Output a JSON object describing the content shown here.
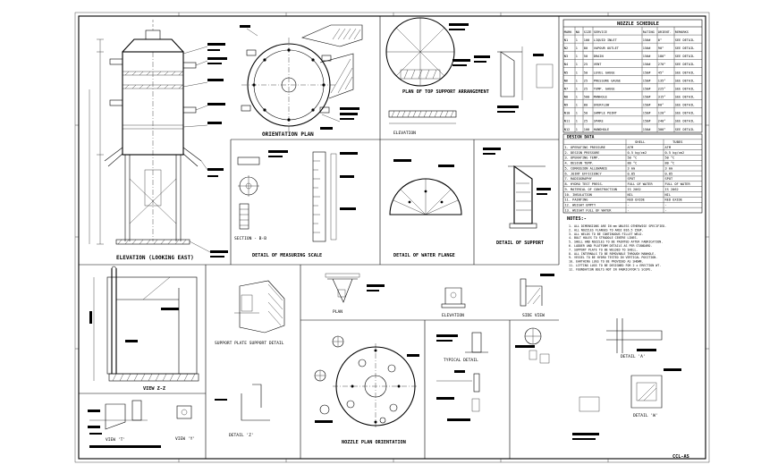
{
  "sheet": {
    "drawing_no": "CCL-AS"
  },
  "views": {
    "elevation": "ELEVATION (LOOKING EAST)",
    "orientation_plan": "ORIENTATION PLAN",
    "plan_top_support": "PLAN OF TOP SUPPORT ARRANGEMENT",
    "elevation_x": "ELEVATION",
    "measuring_scale": "DETAIL OF MEASURING SCALE",
    "section_bb": "SECTION - B-B",
    "water_flange": "DETAIL OF WATER FLANGE",
    "support_detail": "DETAIL OF SUPPORT",
    "view_zz": "VIEW Z-Z",
    "view_t": "VIEW 'T'",
    "view_y": "VIEW 'Y'",
    "detail_z": "DETAIL 'Z'",
    "support_plate": "SUPPORT PLATE SUPPORT DETAIL",
    "plan": "PLAN",
    "elevation_mid": "ELEVATION",
    "side_view": "SIDE VIEW",
    "typical_detail": "TYPICAL DETAIL",
    "nozzle_plan": "NOZZLE PLAN ORIENTATION",
    "detail_a": "DETAIL 'A'",
    "detail_w": "DETAIL 'W'"
  },
  "nozzle_schedule": {
    "title": "NOZZLE SCHEDULE",
    "headers": [
      "MARK",
      "NO",
      "SIZE",
      "SERVICE",
      "RATING",
      "ORIENT.",
      "REMARKS"
    ],
    "rows": [
      [
        "N1",
        "1",
        "100",
        "LIQUID INLET",
        "150#",
        "0°",
        "SEE DETAIL"
      ],
      [
        "N2",
        "1",
        "80",
        "VAPOUR OUTLET",
        "150#",
        "90°",
        "SEE DETAIL"
      ],
      [
        "N3",
        "1",
        "50",
        "DRAIN",
        "150#",
        "180°",
        "SEE DETAIL"
      ],
      [
        "N4",
        "1",
        "25",
        "VENT",
        "150#",
        "270°",
        "SEE DETAIL"
      ],
      [
        "N5",
        "1",
        "50",
        "LEVEL GAUGE",
        "150#",
        "45°",
        "SEE DETAIL"
      ],
      [
        "N6",
        "1",
        "25",
        "PRESSURE GAUGE",
        "150#",
        "135°",
        "SEE DETAIL"
      ],
      [
        "N7",
        "1",
        "25",
        "TEMP. GAUGE",
        "150#",
        "225°",
        "SEE DETAIL"
      ],
      [
        "N8",
        "1",
        "500",
        "MANHOLE",
        "150#",
        "315°",
        "SEE DETAIL"
      ],
      [
        "N9",
        "1",
        "80",
        "OVERFLOW",
        "150#",
        "60°",
        "SEE DETAIL"
      ],
      [
        "N10",
        "1",
        "50",
        "SAMPLE POINT",
        "150#",
        "120°",
        "SEE DETAIL"
      ],
      [
        "N11",
        "1",
        "25",
        "SPARE",
        "150#",
        "240°",
        "SEE DETAIL"
      ],
      [
        "N12",
        "1",
        "100",
        "HANDHOLE",
        "150#",
        "300°",
        "SEE DETAIL"
      ]
    ]
  },
  "design_data": {
    "title": "DESIGN DATA",
    "headers": [
      "",
      "SHELL",
      "TUBES"
    ],
    "rows": [
      [
        "1. OPERATING PRESSURE",
        "ATM",
        "ATM"
      ],
      [
        "2. DESIGN PRESSURE",
        "0.5 kg/cm2",
        "0.5 kg/cm2"
      ],
      [
        "3. OPERATING TEMP.",
        "50 °C",
        "50 °C"
      ],
      [
        "4. DESIGN TEMP.",
        "80 °C",
        "80 °C"
      ],
      [
        "5. CORROSION ALLOWANCE",
        "3 mm",
        "3 mm"
      ],
      [
        "6. JOINT EFFICIENCY",
        "0.85",
        "0.85"
      ],
      [
        "7. RADIOGRAPHY",
        "SPOT",
        "SPOT"
      ],
      [
        "8. HYDRO TEST PRESS.",
        "FULL OF WATER",
        "FULL OF WATER"
      ],
      [
        "9. MATERIAL OF CONSTRUCTION",
        "IS 2062",
        "IS 2062"
      ],
      [
        "10. INSULATION",
        "NIL",
        "NIL"
      ],
      [
        "11. PAINTING",
        "RED OXIDE",
        "RED OXIDE"
      ],
      [
        "12. WEIGHT EMPTY",
        "-",
        "-"
      ],
      [
        "13. WEIGHT FULL OF WATER",
        "-",
        "-"
      ]
    ]
  },
  "notes": {
    "title": "NOTES:-",
    "items": [
      "1. ALL DIMENSIONS ARE IN mm UNLESS OTHERWISE SPECIFIED.",
      "2. ALL NOZZLES FLANGES TO ANSI B16.5 150#.",
      "3. ALL WELDS TO BE CONTINUOUS FILLET WELD.",
      "4. BOLT HOLES TO STRADDLE CENTRE LINES.",
      "5. SHELL AND NOZZLES TO BE PAINTED AFTER FABRICATION.",
      "6. LADDER AND PLATFORM DETAILS AS PER STANDARD.",
      "7. SUPPORT PLATE TO BE WELDED TO SHELL.",
      "8. ALL INTERNALS TO BE REMOVABLE THROUGH MANHOLE.",
      "9. VESSEL TO BE HYDRO TESTED IN VERTICAL POSITION.",
      "10. EARTHING LUGS TO BE PROVIDED AS SHOWN.",
      "11. LIFTING LUGS TO BE DESIGNED FOR 2 x ERECTION WT.",
      "12. FOUNDATION BOLTS NOT IN FABRICATOR'S SCOPE."
    ]
  }
}
